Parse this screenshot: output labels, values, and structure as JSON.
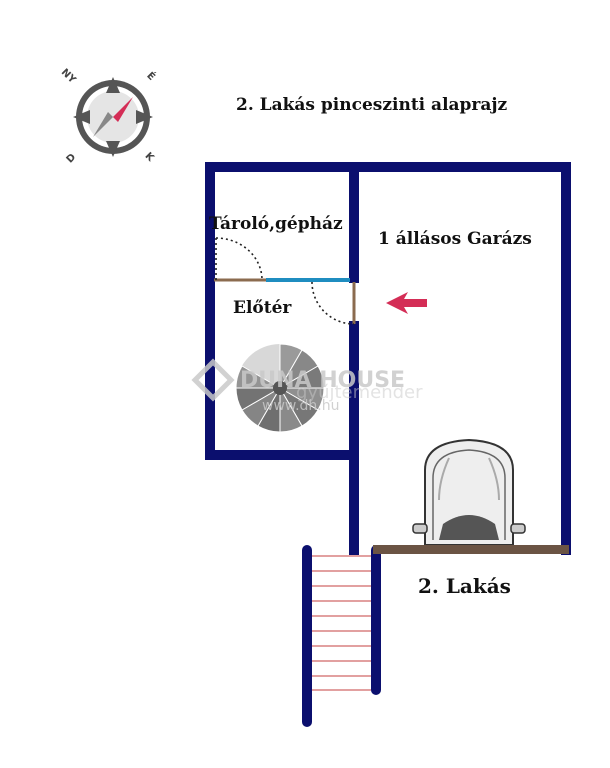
{
  "title": "2. Lakás pinceszinti alaprajz",
  "compass": {
    "north_label": "NY",
    "east_label": "É",
    "south_label": "D",
    "west_label": "K"
  },
  "rooms": {
    "storage": "Tároló,gépház",
    "garage": "1 állásos Garázs",
    "hall": "Előtér"
  },
  "footer_label": "2. Lakás",
  "watermark": {
    "brand": "DUNA HOUSE",
    "url": "www.dh.hu",
    "secondary": "gyűjtemender"
  },
  "colors": {
    "wall": "#0b0f6e",
    "door": "#8b6b4f",
    "window": "#1f8dc0",
    "arrow": "#d42d56",
    "beam": "#6b5444",
    "stair_rung": "#c44040"
  }
}
